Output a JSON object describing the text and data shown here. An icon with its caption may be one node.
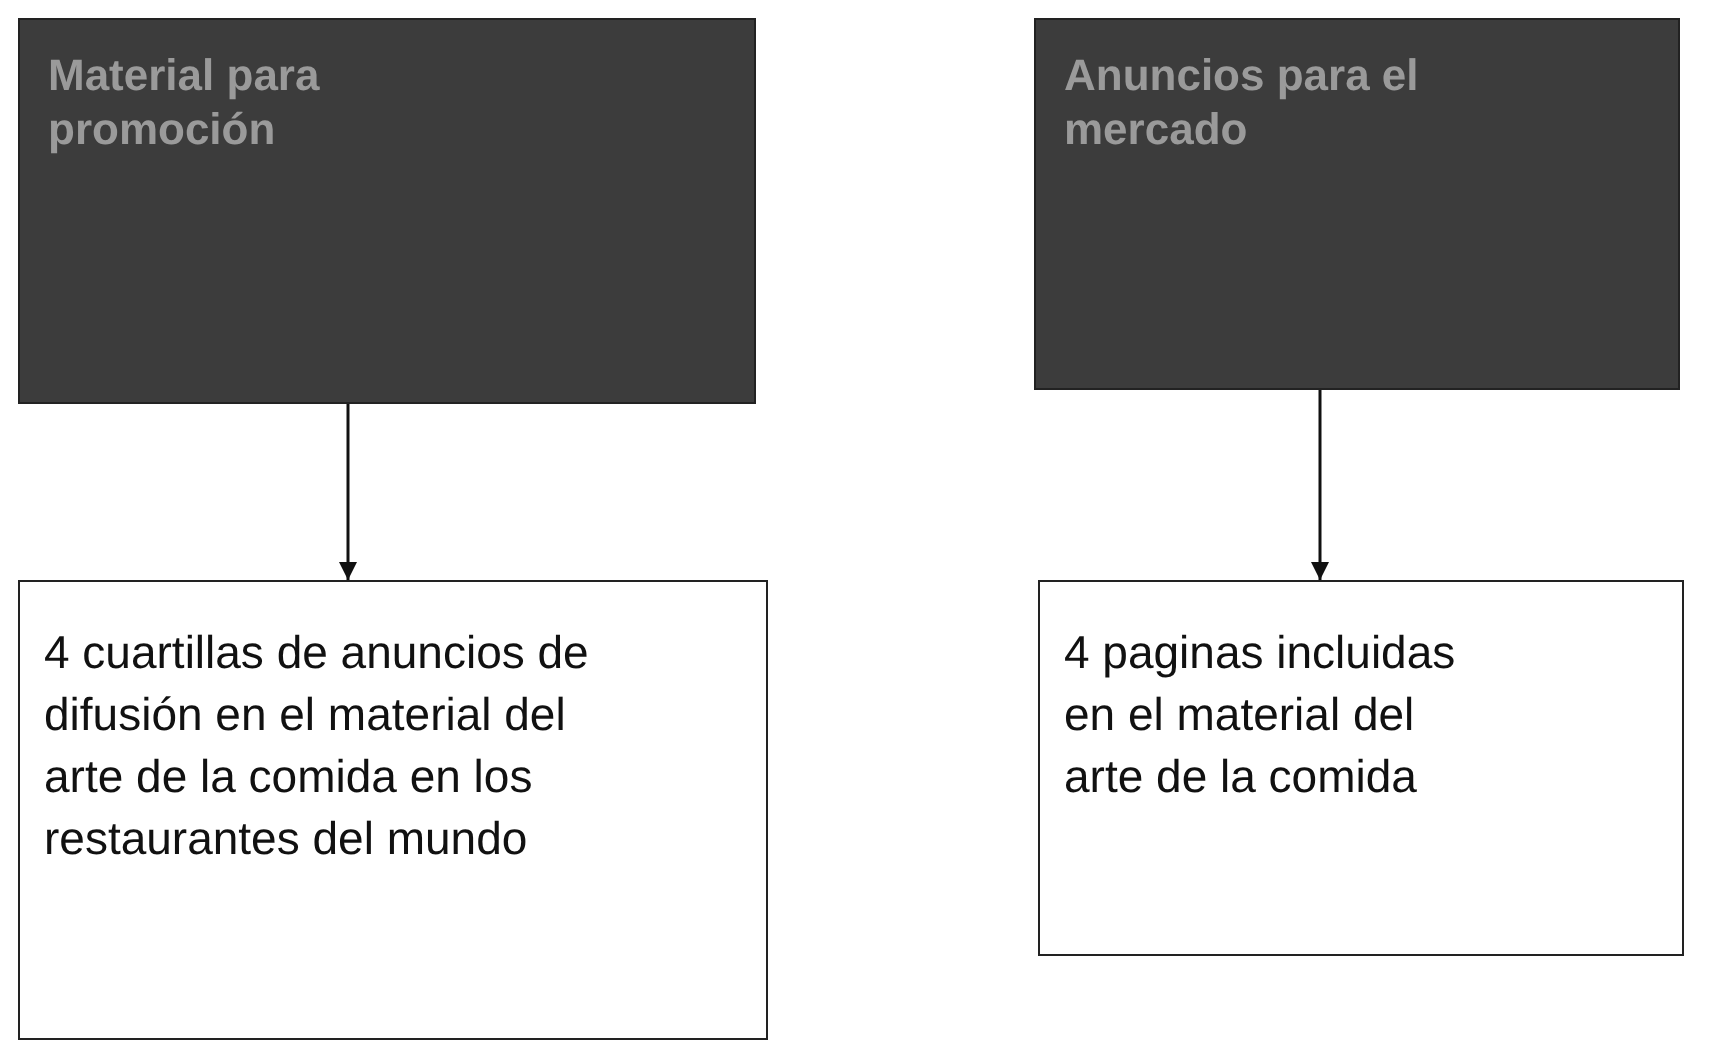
{
  "diagram": {
    "nodes": [
      {
        "text": [
          "Material para promoción"
        ]
      },
      {
        "text": [
          "4 cuartillas de anuncios de difusión en el material del arte de la comida en los restaurantes del mundo"
        ]
      },
      {
        "text": [
          "Anuncios para el mercado"
        ]
      },
      {
        "text": [
          "4 paginas incluidas en el material del arte de la comida"
        ]
      }
    ],
    "edges": [
      {
        "from": 0,
        "to": 1,
        "arrow": "to"
      },
      {
        "from": 2,
        "to": 3,
        "arrow": "to"
      }
    ]
  }
}
